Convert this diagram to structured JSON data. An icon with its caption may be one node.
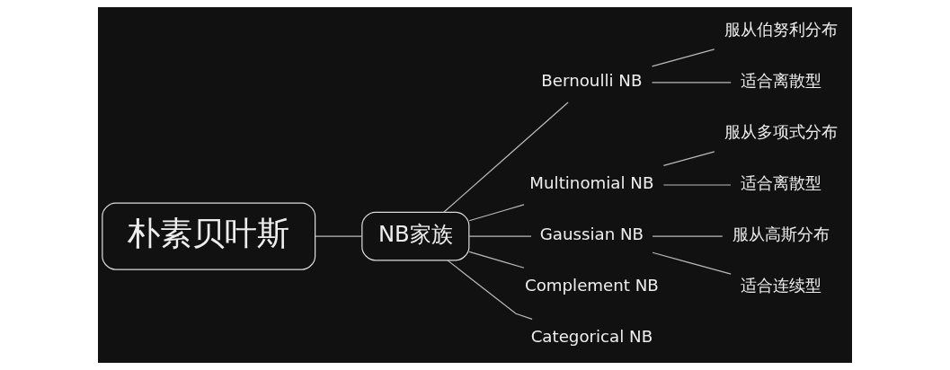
{
  "diagram": {
    "nodes": [
      {
        "text": [
          "朴素贝叶斯"
        ]
      },
      {
        "text": [
          "NB家族"
        ]
      },
      {
        "text": [
          "Bernoulli NB"
        ]
      },
      {
        "text": [
          "Multinomial NB"
        ]
      },
      {
        "text": [
          "Gaussian NB"
        ]
      },
      {
        "text": [
          "Complement NB"
        ]
      },
      {
        "text": [
          "Categorical NB"
        ]
      },
      {
        "text": [
          "服从伯努利分布"
        ]
      },
      {
        "text": [
          "适合离散型"
        ]
      },
      {
        "text": [
          "服从多项式分布"
        ]
      },
      {
        "text": [
          "适合离散型"
        ]
      },
      {
        "text": [
          "服从高斯分布"
        ]
      },
      {
        "text": [
          "适合连续型"
        ]
      }
    ],
    "edges": [
      {
        "from": 0,
        "to": 1,
        "arrow": "none"
      },
      {
        "from": 1,
        "to": 2,
        "arrow": "none"
      },
      {
        "from": 1,
        "to": 3,
        "arrow": "none"
      },
      {
        "from": 1,
        "to": 4,
        "arrow": "none"
      },
      {
        "from": 1,
        "to": 5,
        "arrow": "none"
      },
      {
        "from": 1,
        "to": 6,
        "arrow": "none"
      },
      {
        "from": 2,
        "to": 7,
        "arrow": "none"
      },
      {
        "from": 2,
        "to": 8,
        "arrow": "none"
      },
      {
        "from": 3,
        "to": 9,
        "arrow": "none"
      },
      {
        "from": 3,
        "to": 10,
        "arrow": "none"
      },
      {
        "from": 4,
        "to": 11,
        "arrow": "none"
      },
      {
        "from": 4,
        "to": 12,
        "arrow": "none"
      }
    ]
  }
}
